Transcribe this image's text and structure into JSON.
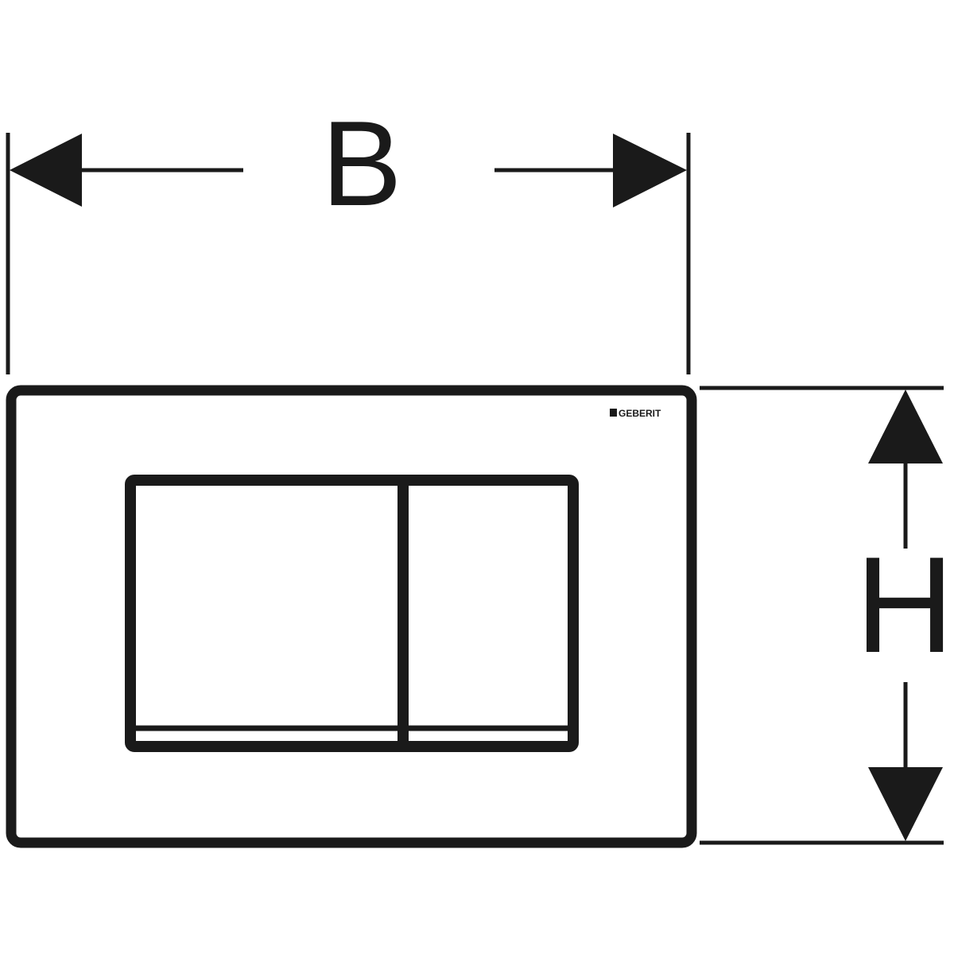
{
  "diagram": {
    "type": "technical-dimension-drawing",
    "subject": "Flush plate with dual-flush buttons",
    "stroke_color": "#1a1a1a",
    "background_color": "#ffffff",
    "brand": {
      "label": "GEBERIT",
      "icon": "square-logo-icon"
    },
    "dimensions": {
      "width": {
        "label": "B",
        "orientation": "horizontal"
      },
      "height": {
        "label": "H",
        "orientation": "vertical"
      }
    },
    "components": {
      "plate": "outer-cover-plate",
      "buttons": [
        "large-flush-button",
        "small-flush-button"
      ]
    }
  }
}
